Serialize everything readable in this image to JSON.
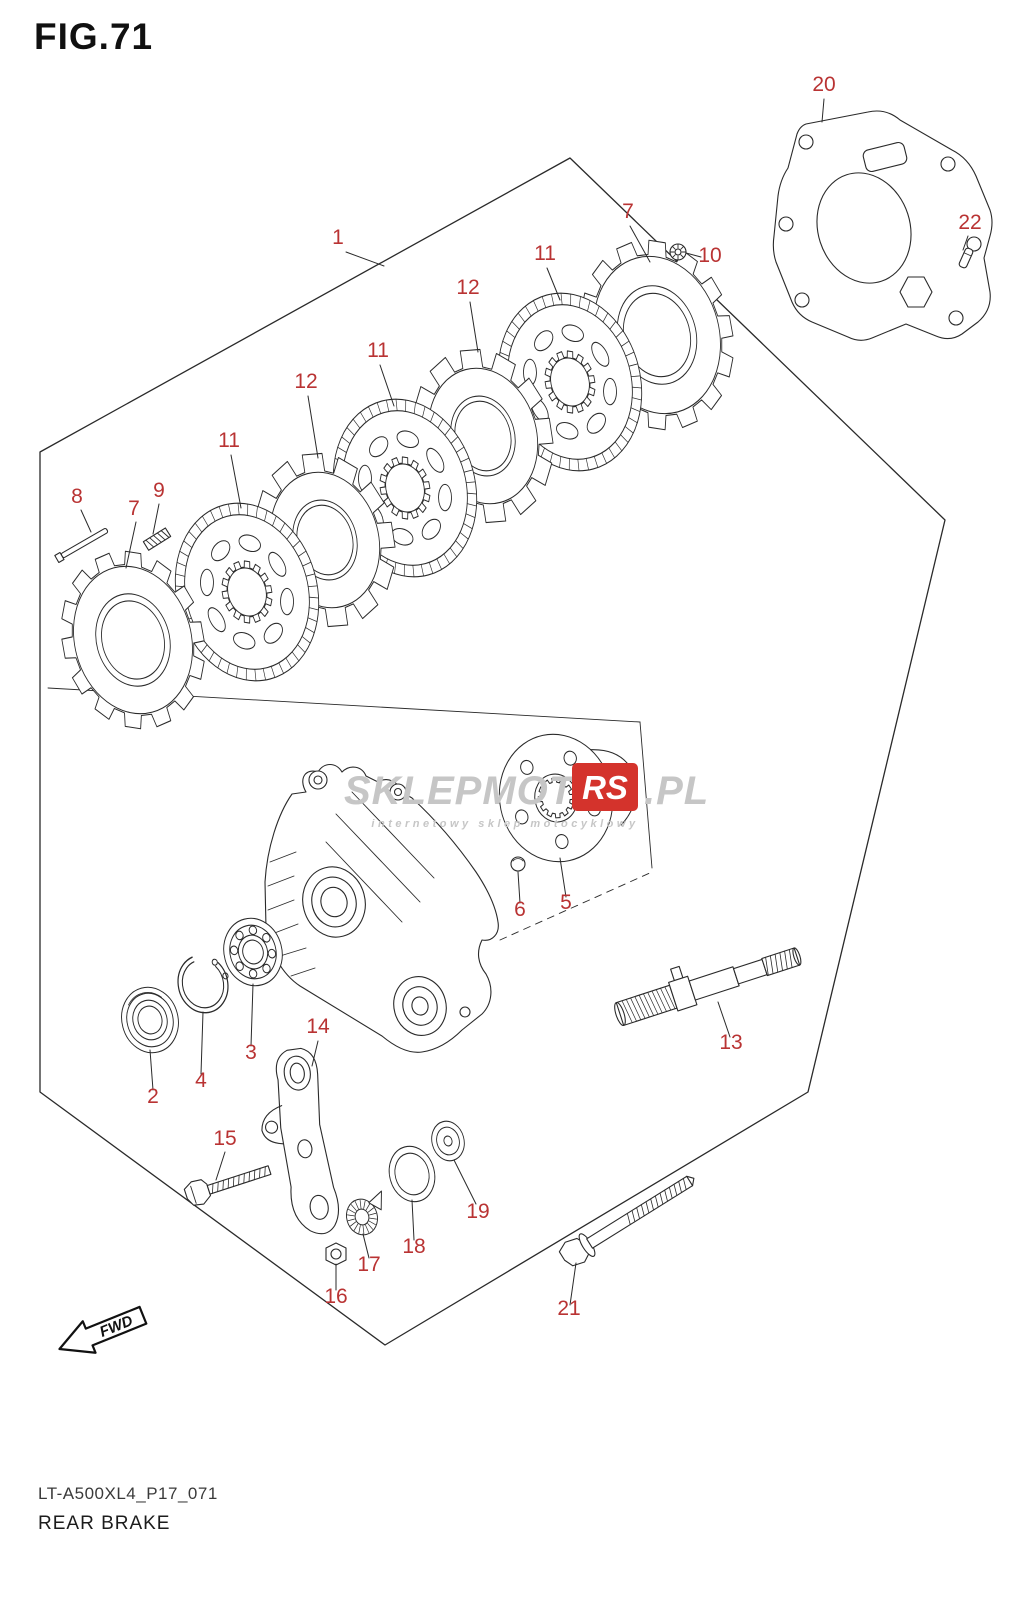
{
  "page": {
    "title": "FIG.71",
    "part_code": "LT-A500XL4_P17_071",
    "caption": "REAR BRAKE"
  },
  "diagram": {
    "fwd_label": "FWD",
    "callouts": [
      {
        "label": "1"
      },
      {
        "label": "7"
      },
      {
        "label": "10"
      },
      {
        "label": "11"
      },
      {
        "label": "12"
      },
      {
        "label": "11"
      },
      {
        "label": "12"
      },
      {
        "label": "11"
      },
      {
        "label": "8"
      },
      {
        "label": "7"
      },
      {
        "label": "9"
      },
      {
        "label": "20"
      },
      {
        "label": "22"
      },
      {
        "label": "5"
      },
      {
        "label": "6"
      },
      {
        "label": "13"
      },
      {
        "label": "2"
      },
      {
        "label": "4"
      },
      {
        "label": "3"
      },
      {
        "label": "14"
      },
      {
        "label": "15"
      },
      {
        "label": "16"
      },
      {
        "label": "17"
      },
      {
        "label": "18"
      },
      {
        "label": "19"
      },
      {
        "label": "21"
      }
    ]
  },
  "watermark": {
    "prefix": "SKLEPMOTO",
    "highlight": "RS",
    "suffix": ".PL",
    "tagline": "internetowy sklep motocyklowy"
  },
  "colors": {
    "callout": "#b93333",
    "line": "#2a2a2a",
    "watermark_text": "#c6c6c6",
    "watermark_box": "#d4332c"
  }
}
